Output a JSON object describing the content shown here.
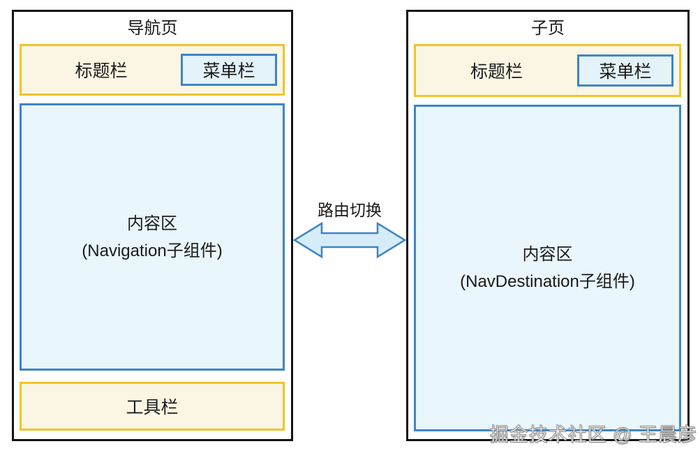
{
  "left_panel": {
    "title": "导航页",
    "title_bar": {
      "label": "标题栏",
      "menu_label": "菜单栏"
    },
    "content": {
      "line1": "内容区",
      "line2": "(Navigation子组件)"
    },
    "toolbar": {
      "label": "工具栏"
    }
  },
  "right_panel": {
    "title": "子页",
    "title_bar": {
      "label": "标题栏",
      "menu_label": "菜单栏"
    },
    "content": {
      "line1": "内容区",
      "line2": "(NavDestination子组件)"
    }
  },
  "connector": {
    "label": "路由切换"
  },
  "watermark": "掘金技术社区 @ 王晨彦",
  "colors": {
    "panel_border": "#141414",
    "bar_border": "#f2c329",
    "bar_fill": "#fbf6e4",
    "blue_border": "#3d85c6",
    "blue_fill": "#e9f6fb",
    "menu_fill": "#e4f2fa",
    "arrow_fill": "#d7ecf9",
    "text": "#1a1a1a"
  }
}
